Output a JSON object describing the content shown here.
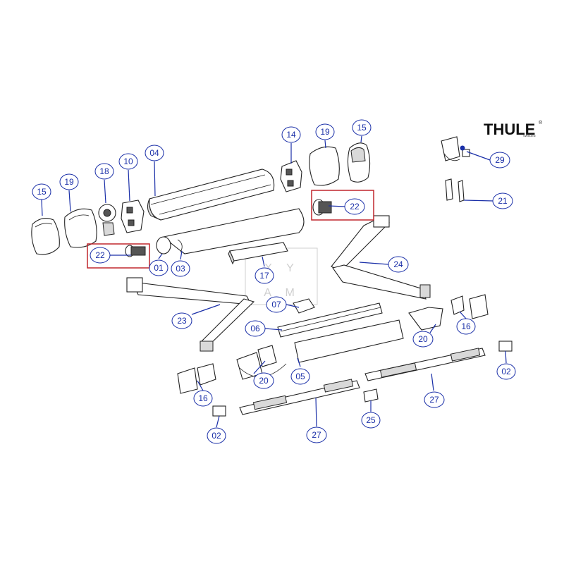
{
  "brand": {
    "name": "THULE",
    "registered": "®",
    "subtitle": "SWEDEN"
  },
  "watermark": {
    "row1": "X Y",
    "row2": "A M"
  },
  "callouts": [
    {
      "id": "c-15-left",
      "label": "15"
    },
    {
      "id": "c-19-left",
      "label": "19"
    },
    {
      "id": "c-18",
      "label": "18"
    },
    {
      "id": "c-10",
      "label": "10"
    },
    {
      "id": "c-04",
      "label": "04"
    },
    {
      "id": "c-14",
      "label": "14"
    },
    {
      "id": "c-19-right",
      "label": "19"
    },
    {
      "id": "c-15-right",
      "label": "15"
    },
    {
      "id": "c-29",
      "label": "29"
    },
    {
      "id": "c-21",
      "label": "21"
    },
    {
      "id": "c-22-right",
      "label": "22"
    },
    {
      "id": "c-22-left",
      "label": "22"
    },
    {
      "id": "c-01",
      "label": "01"
    },
    {
      "id": "c-03",
      "label": "03"
    },
    {
      "id": "c-17",
      "label": "17"
    },
    {
      "id": "c-24",
      "label": "24"
    },
    {
      "id": "c-23",
      "label": "23"
    },
    {
      "id": "c-07",
      "label": "07"
    },
    {
      "id": "c-06",
      "label": "06"
    },
    {
      "id": "c-16-right",
      "label": "16"
    },
    {
      "id": "c-20-right",
      "label": "20"
    },
    {
      "id": "c-05",
      "label": "05"
    },
    {
      "id": "c-20-left",
      "label": "20"
    },
    {
      "id": "c-16-left",
      "label": "16"
    },
    {
      "id": "c-02-right",
      "label": "02"
    },
    {
      "id": "c-27-right",
      "label": "27"
    },
    {
      "id": "c-02-left",
      "label": "02"
    },
    {
      "id": "c-27-left",
      "label": "27"
    },
    {
      "id": "c-25",
      "label": "25"
    }
  ],
  "colors": {
    "callout": "#1a2fa8",
    "highlight": "#c0272d",
    "line": "#222222"
  }
}
